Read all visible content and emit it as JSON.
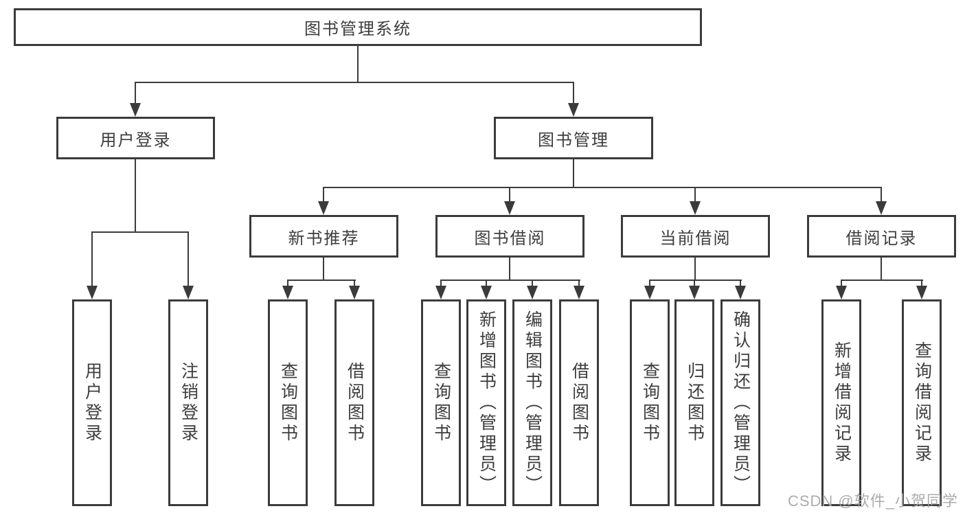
{
  "nodes": {
    "root": {
      "label": "图书管理系统"
    },
    "user_login": {
      "label": "用户登录"
    },
    "book_mgmt": {
      "label": "图书管理"
    },
    "new_books": {
      "label": "新书推荐"
    },
    "borrowing": {
      "label": "图书借阅"
    },
    "current": {
      "label": "当前借阅"
    },
    "records": {
      "label": "借阅记录"
    },
    "leaf_login": {
      "label": "用户登录"
    },
    "leaf_logout": {
      "label": "注销登录"
    },
    "leaf_nb_query": {
      "label": "查询图书"
    },
    "leaf_nb_borrow": {
      "label": "借阅图书"
    },
    "leaf_bb_query": {
      "label": "查询图书"
    },
    "leaf_bb_add": {
      "label": "新增图书（管理员）"
    },
    "leaf_bb_edit": {
      "label": "编辑图书（管理员）"
    },
    "leaf_bb_borrow": {
      "label": "借阅图书"
    },
    "leaf_cb_query": {
      "label": "查询图书"
    },
    "leaf_cb_return": {
      "label": "归还图书"
    },
    "leaf_cb_confirm": {
      "label": "确认归还（管理员）"
    },
    "leaf_rec_add": {
      "label": "新增借阅记录"
    },
    "leaf_rec_query": {
      "label": "查询借阅记录"
    }
  },
  "watermark": {
    "text": "CSDN @软件_小贺同学"
  },
  "colors": {
    "line": "#3b3b3b",
    "text": "#3d3d3d",
    "background": "#ffffff",
    "watermark": "#a5a5a5"
  }
}
